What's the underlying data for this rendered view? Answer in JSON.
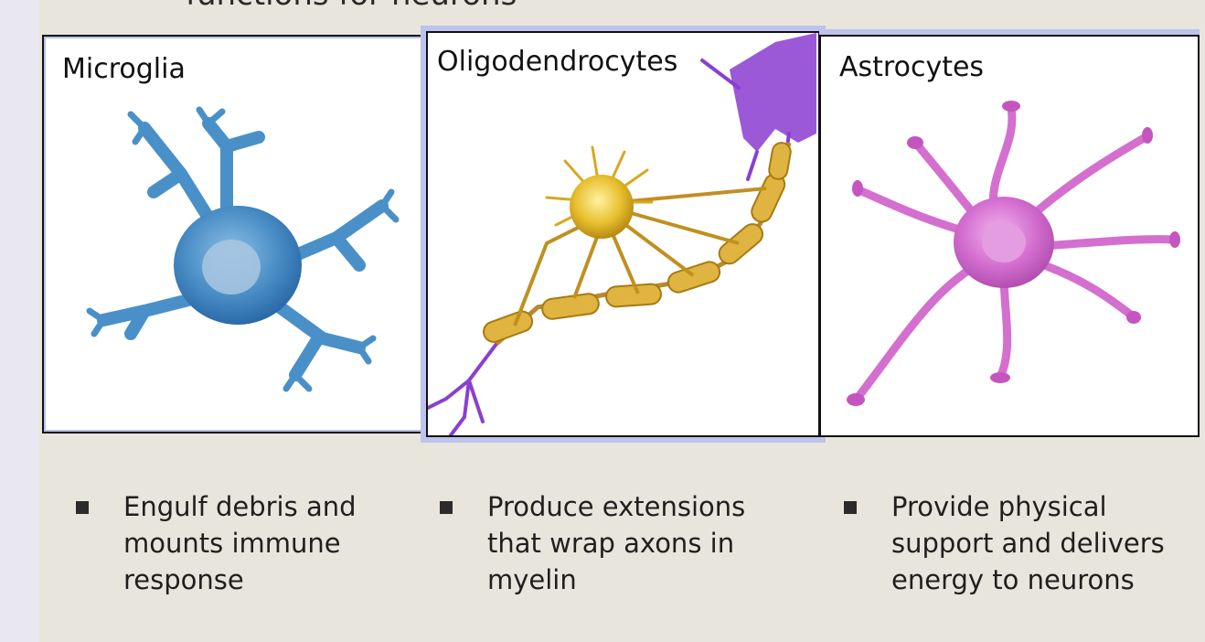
{
  "heading": "functions for neurons",
  "panels": [
    {
      "label": "Microglia",
      "bullet": [
        "Engulf debris and",
        "mounts immune",
        "response"
      ]
    },
    {
      "label": "Oligodendrocytes",
      "bullet": [
        "Produce extensions",
        "that wrap axons in",
        "myelin"
      ]
    },
    {
      "label": "Astrocytes",
      "bullet": [
        "Provide physical",
        "support and delivers",
        "energy to neurons"
      ]
    }
  ],
  "colors": {
    "background": "#e8e5dc",
    "microglia": "#4a90c8",
    "oligodendrocyte": "#e3b82a",
    "myelin": "#e0b440",
    "axon": "#8a3fd0",
    "astrocyte": "#d46fd0"
  }
}
